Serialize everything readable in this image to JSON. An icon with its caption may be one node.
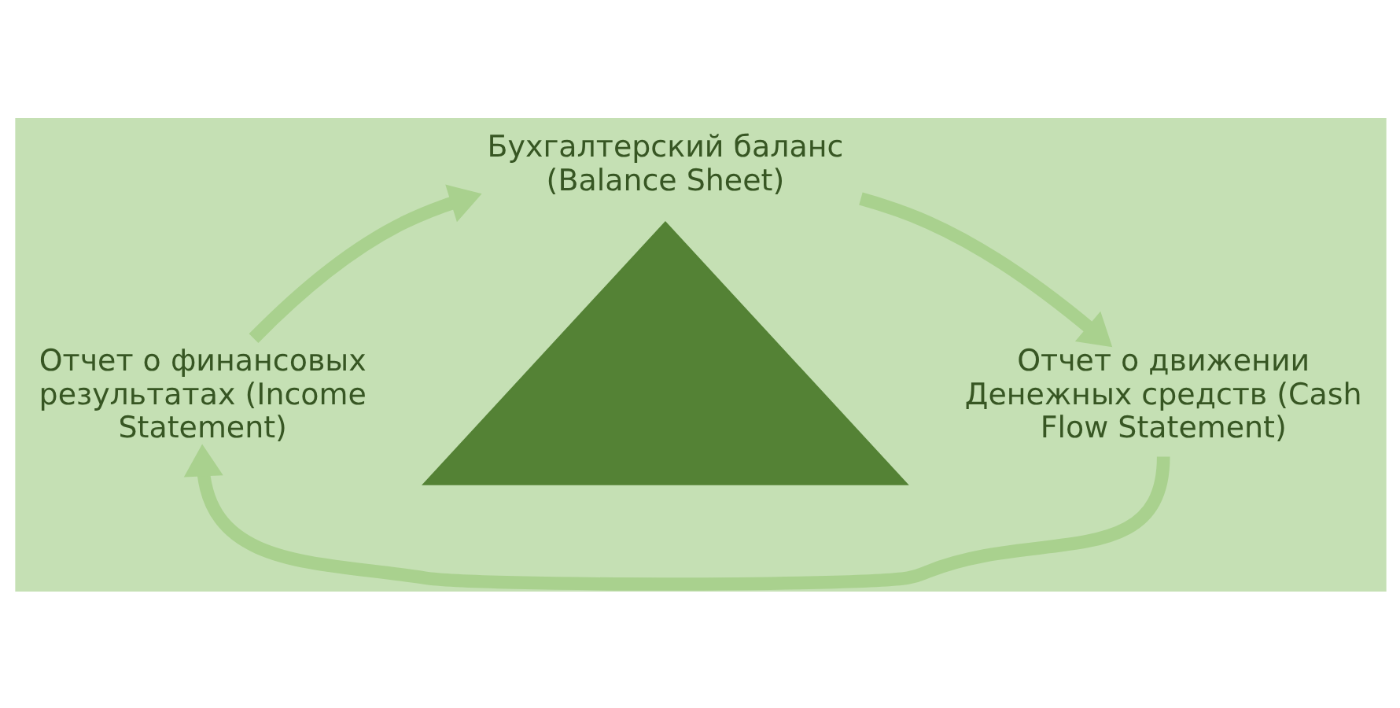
{
  "diagram": {
    "nodes": [
      {
        "text": [
          "Бухгалтерский баланс (Balance Sheet)"
        ]
      },
      {
        "text": [],
        "shape": "triangle"
      },
      {
        "text": [
          "Отчет о финансовых результатах (Income Statement)"
        ]
      },
      {
        "text": [
          "Отчет о движении Денежных средств (Cash Flow Statement)"
        ]
      }
    ],
    "edges": [
      {
        "from": 2,
        "to": 0,
        "arrow": "to"
      },
      {
        "from": 0,
        "to": 3,
        "arrow": "to"
      },
      {
        "from": 3,
        "to": 2,
        "arrow": "to"
      }
    ]
  }
}
